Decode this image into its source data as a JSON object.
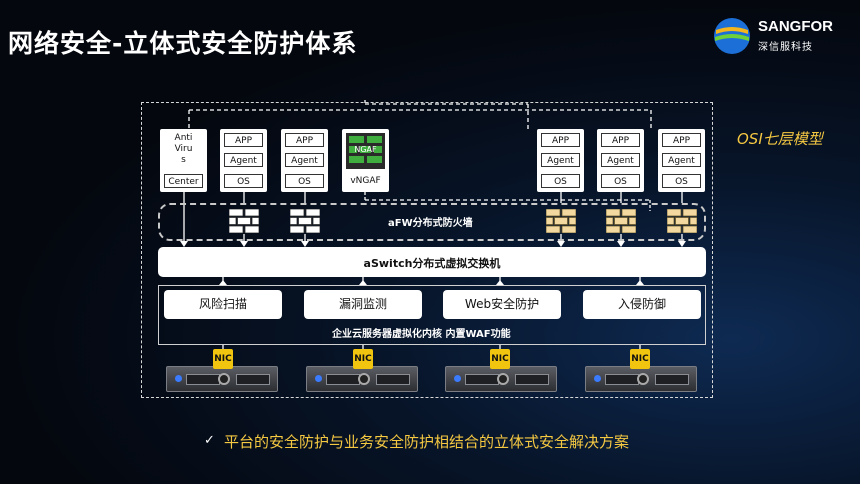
{
  "title": "网络安全-立体式安全防护体系",
  "logo": {
    "brand": "SANGFOR",
    "sub": "深信服科技"
  },
  "osi_label": "OSI七层模型",
  "vms": [
    {
      "type": "av",
      "top": "Anti\nViru\ns",
      "bottom": "Center"
    },
    {
      "type": "app",
      "rows": [
        "APP",
        "Agent",
        "OS"
      ]
    },
    {
      "type": "app",
      "rows": [
        "APP",
        "Agent",
        "OS"
      ]
    },
    {
      "type": "ngaf",
      "badge": "NGAF",
      "bottom": "vNGAF"
    },
    {
      "type": "app",
      "rows": [
        "APP",
        "Agent",
        "OS"
      ]
    },
    {
      "type": "app",
      "rows": [
        "APP",
        "Agent",
        "OS"
      ]
    },
    {
      "type": "app",
      "rows": [
        "APP",
        "Agent",
        "OS"
      ]
    }
  ],
  "firewall_label": "aFW分布式防火墙",
  "aswitch_label": "aSwitch分布式虚拟交换机",
  "modules": [
    "风险扫描",
    "漏洞监测",
    "Web安全防护",
    "入侵防御"
  ],
  "kernel_label": "企业云服务器虚拟化内核  内置WAF功能",
  "nic_label": "NIC",
  "bottom_text": "平台的安全防护与业务安全防护相结合的立体式安全解决方案",
  "colors": {
    "accent": "#f5c842",
    "brick_white": "#ffffff",
    "brick_gold": "#f3d9a0",
    "nic": "#f1c40f"
  }
}
